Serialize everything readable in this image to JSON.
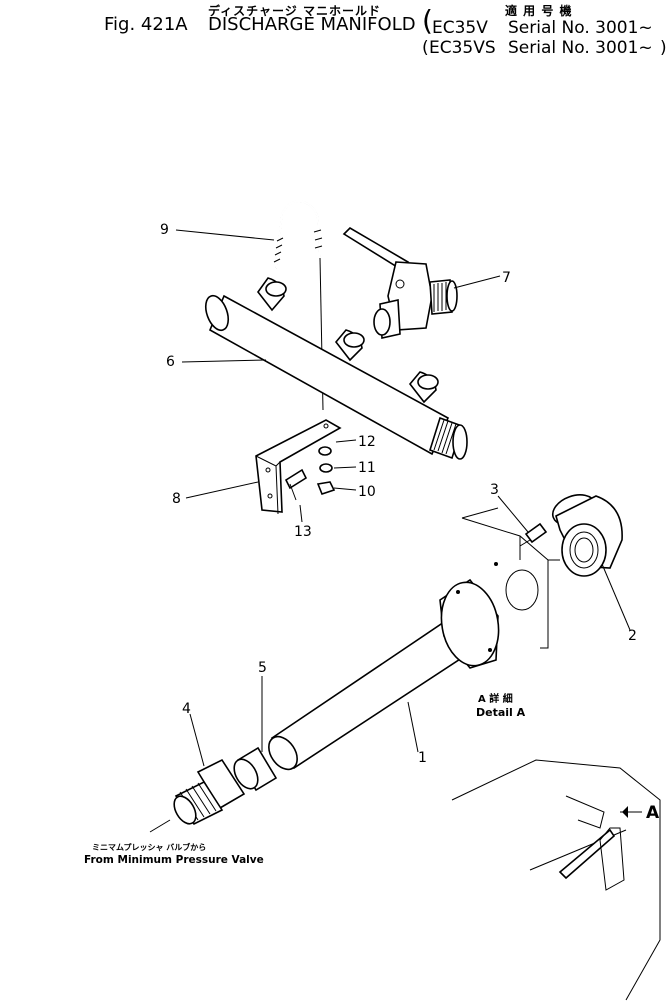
{
  "header": {
    "fig_label": "Fig. 421A",
    "title_jp": "ディスチャージ マニホールド",
    "title_en": "DISCHARGE MANIFOLD",
    "applicability_jp": "適 用 号 機",
    "models": [
      {
        "model": "EC35V",
        "serial": "Serial No. 3001~"
      },
      {
        "model": "EC35VS",
        "serial": "Serial No. 3001~"
      }
    ]
  },
  "callouts": [
    "1",
    "2",
    "3",
    "4",
    "5",
    "6",
    "7",
    "8",
    "9",
    "10",
    "11",
    "12",
    "13"
  ],
  "detail": {
    "label_jp": "A 詳 細",
    "label_en": "Detail A",
    "marker": "A"
  },
  "source_note": {
    "jp": "ミニマムプレッシャ バルブから",
    "en": "From Minimum Pressure Valve"
  }
}
